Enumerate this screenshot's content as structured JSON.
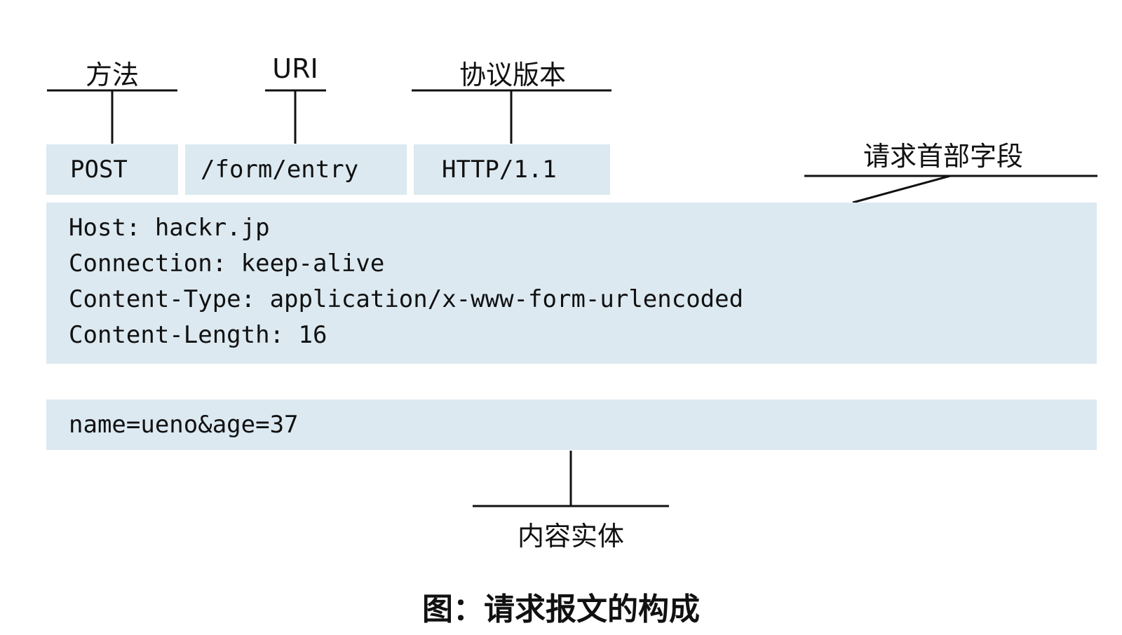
{
  "labels": {
    "method": "方法",
    "uri": "URI",
    "version": "协议版本",
    "header_fields": "请求首部字段",
    "body": "内容实体"
  },
  "request_line": {
    "method": "POST",
    "uri": "/form/entry",
    "version": "HTTP/1.1"
  },
  "headers": [
    "Host: hackr.jp",
    "Connection: keep-alive",
    "Content-Type: application/x-www-form-urlencoded",
    "Content-Length: 16"
  ],
  "body": "name=ueno&age=37",
  "caption": "图：请求报文的构成",
  "colors": {
    "box_fill": "#dce9f1",
    "line": "#111111"
  }
}
